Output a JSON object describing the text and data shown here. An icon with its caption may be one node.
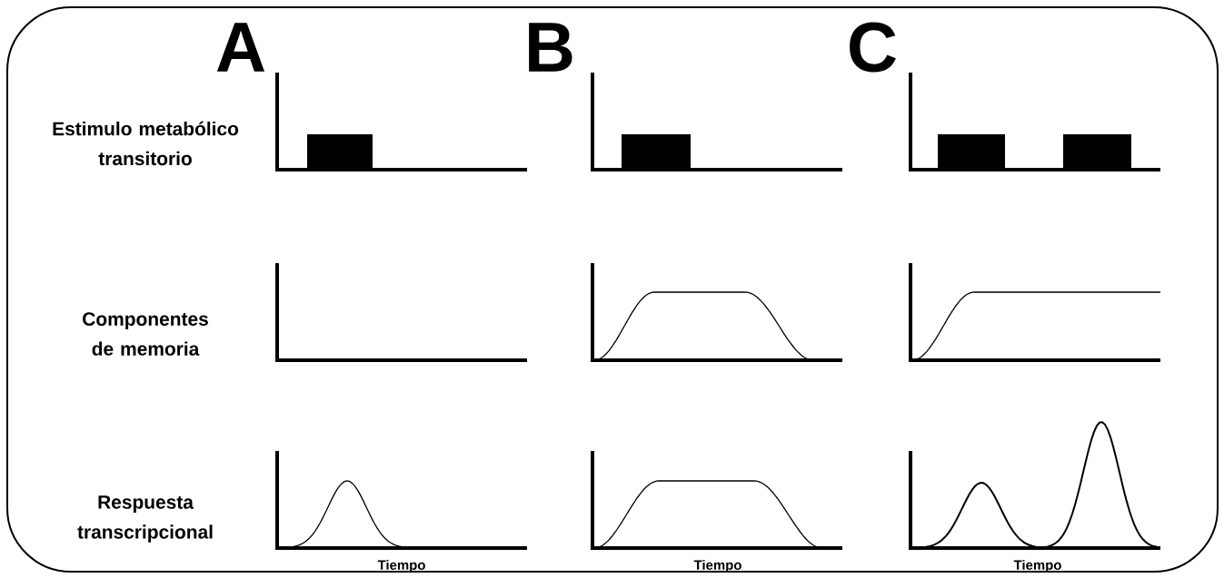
{
  "diagram": {
    "labels": [
      "A",
      "B",
      "C",
      "Estimulo metabólico transitorio",
      "Componentes de memoria",
      "Respuesta transcripcional",
      "Tiempo",
      "Tiempo",
      "Tiempo"
    ]
  }
}
